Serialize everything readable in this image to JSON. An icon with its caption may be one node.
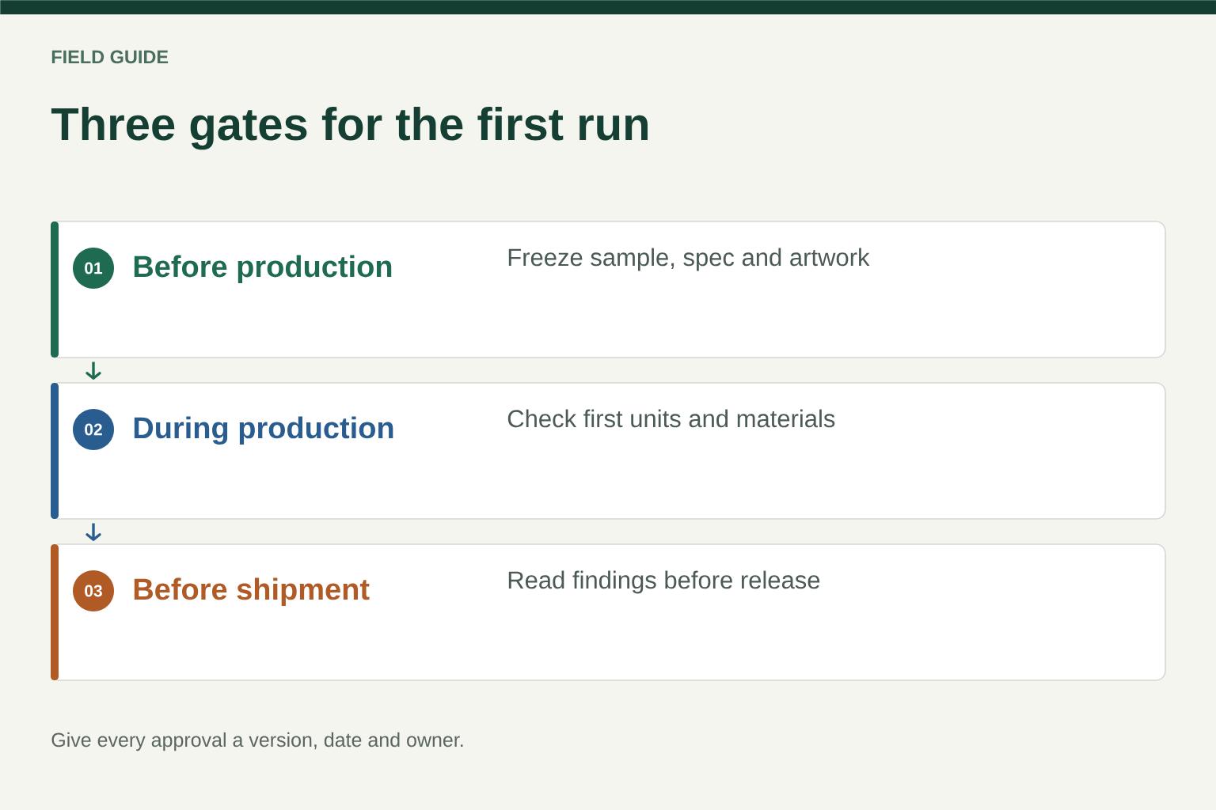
{
  "diagram": {
    "title": "Three gates for the first run",
    "caption": "Give every approval a version, date and owner.",
    "nodes": [
      {
        "text": [],
        "shape": "bar"
      },
      {
        "text": [
          "Before production",
          "Freeze sample, spec and artwork"
        ]
      },
      {
        "text": [
          "01"
        ],
        "in": 1
      },
      {
        "text": [
          "During production",
          "Check first units and materials"
        ]
      },
      {
        "text": [
          "02"
        ],
        "in": 3
      },
      {
        "text": [
          "Before shipment",
          "Read findings before release"
        ]
      },
      {
        "text": [
          "03"
        ],
        "in": 5
      }
    ],
    "edges": [
      {
        "from": 1,
        "to": 3,
        "arrow": "to",
        "color": "#1f6b52"
      },
      {
        "from": 3,
        "to": 5,
        "arrow": "to",
        "color": "#2a5d8f"
      }
    ],
    "labels": [
      "FIELD GUIDE"
    ]
  }
}
